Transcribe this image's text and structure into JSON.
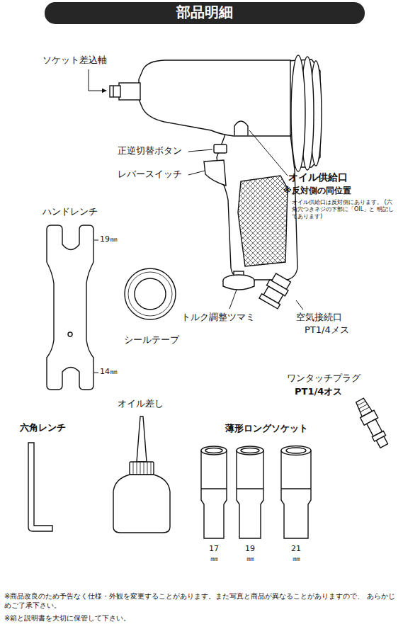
{
  "diagram": {
    "title": "部品明細",
    "labels": [
      "ソケット差込軸",
      "正逆切替ボタン",
      "レバースイッチ",
      "オイル供給口",
      "※反対側の同位置",
      "オイル供給口は反対側にあります。 (六角穴つきネジの下部に「OIL」と 明記してあります)",
      "ハンドレンチ",
      "19㎜",
      "14㎜",
      "シールテープ",
      "トルク調整ツマミ",
      "空気接続口",
      "PT1/4メス",
      "ワンタッチプラグ",
      "PT1/4オス",
      "オイル差し",
      "六角レンチ",
      "薄形ロングソケット",
      "17 ㎜",
      "19 ㎜",
      "21 ㎜",
      "※商品改良のため予告なく仕様・外観を変更することがあります。また写真と商品が異なることがありますので、 あらかじめご了承下さい。",
      "※箱と説明書を大切に保管して下さい。"
    ]
  }
}
